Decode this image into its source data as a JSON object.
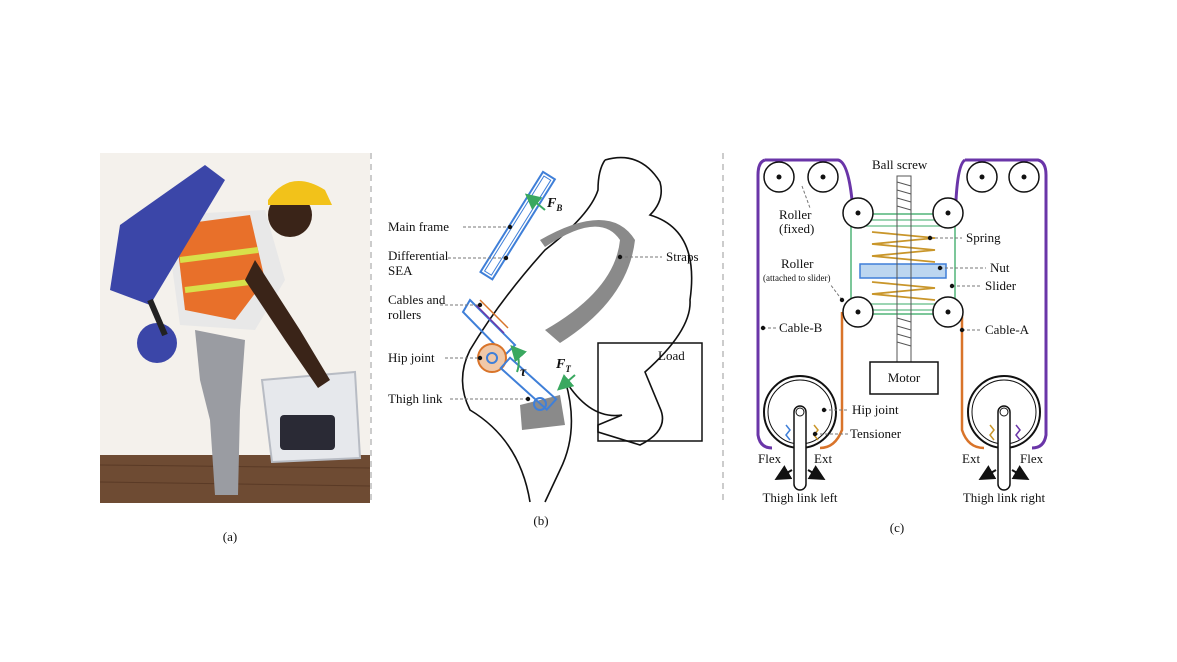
{
  "panel_a": {
    "caption": "(a)"
  },
  "panel_b": {
    "caption": "(b)",
    "labels": {
      "main_frame": "Main frame",
      "differential_sea_1": "Differential",
      "differential_sea_2": "SEA",
      "cables_1": "Cables and",
      "cables_2": "rollers",
      "hip_joint": "Hip joint",
      "thigh_link": "Thigh link",
      "straps": "Straps",
      "load": "Load"
    },
    "forces": {
      "fb": "F",
      "fb_sub": "B",
      "ft": "F",
      "ft_sub": "T",
      "tau": "τ"
    }
  },
  "panel_c": {
    "caption": "(c)",
    "labels": {
      "ball_screw": "Ball screw",
      "roller_fixed_1": "Roller",
      "roller_fixed_2": "(fixed)",
      "spring": "Spring",
      "roller_slider_1": "Roller",
      "roller_slider_2": "(attached to slider)",
      "nut": "Nut",
      "slider": "Slider",
      "cable_b": "Cable-B",
      "cable_a": "Cable-A",
      "motor": "Motor",
      "hip_joint": "Hip joint",
      "tensioner": "Tensioner",
      "flex_left": "Flex",
      "ext_left": "Ext",
      "ext_right": "Ext",
      "flex_right": "Flex",
      "thigh_left": "Thigh link left",
      "thigh_right": "Thigh link right"
    }
  },
  "colors": {
    "frame_blue": "#3f7fd8",
    "cable_orange": "#d9742a",
    "cable_purple": "#6a35a8",
    "spring_gold": "#c9962a",
    "slider_green": "#7cc79a",
    "arrow_green": "#3aa860",
    "strap_gray": "#8a8a8a"
  }
}
